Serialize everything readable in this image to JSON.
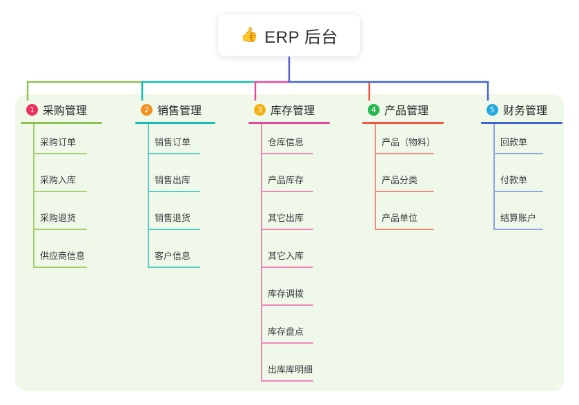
{
  "root": {
    "icon": "thumbs-up-icon",
    "icon_glyph": "👍",
    "title": "ERP 后台",
    "stem_color": "#5b5bd6"
  },
  "panel": {
    "background": "#eff8e9"
  },
  "branches": [
    {
      "number": "1",
      "label": "采购管理",
      "badge_color": "#ec2f5b",
      "rule_color": "#8cc152",
      "leaf_rule_color": "#a4d06a",
      "wire_color": "#8cc152",
      "items": [
        {
          "label": "采购订单"
        },
        {
          "label": "采购入库"
        },
        {
          "label": "采购退货"
        },
        {
          "label": "供应商信息"
        }
      ]
    },
    {
      "number": "2",
      "label": "销售管理",
      "badge_color": "#f29020",
      "rule_color": "#13bfb0",
      "leaf_rule_color": "#58ccc2",
      "wire_color": "#13bfb0",
      "items": [
        {
          "label": "销售订单"
        },
        {
          "label": "销售出库"
        },
        {
          "label": "销售退货"
        },
        {
          "label": "客户信息"
        }
      ]
    },
    {
      "number": "3",
      "label": "库存管理",
      "badge_color": "#f5b014",
      "rule_color": "#e8479c",
      "leaf_rule_color": "#f085b8",
      "wire_color": "#e8479c",
      "items": [
        {
          "label": "仓库信息"
        },
        {
          "label": "产品库存"
        },
        {
          "label": "其它出库"
        },
        {
          "label": "其它入库"
        },
        {
          "label": "库存调拨"
        },
        {
          "label": "库存盘点"
        },
        {
          "label": "出库库明细"
        }
      ]
    },
    {
      "number": "4",
      "label": "产品管理",
      "badge_color": "#25b84c",
      "rule_color": "#f4553f",
      "leaf_rule_color": "#f68a7a",
      "wire_color": "#f4553f",
      "items": [
        {
          "label": "产品（物料）"
        },
        {
          "label": "产品分类"
        },
        {
          "label": "产品单位"
        }
      ]
    },
    {
      "number": "5",
      "label": "财务管理",
      "badge_color": "#25a9e0",
      "rule_color": "#3f63d6",
      "leaf_rule_color": "#8fa4e8",
      "wire_color": "#3f63d6",
      "items": [
        {
          "label": "回款单"
        },
        {
          "label": "付款单"
        },
        {
          "label": "结算账户"
        }
      ]
    }
  ]
}
